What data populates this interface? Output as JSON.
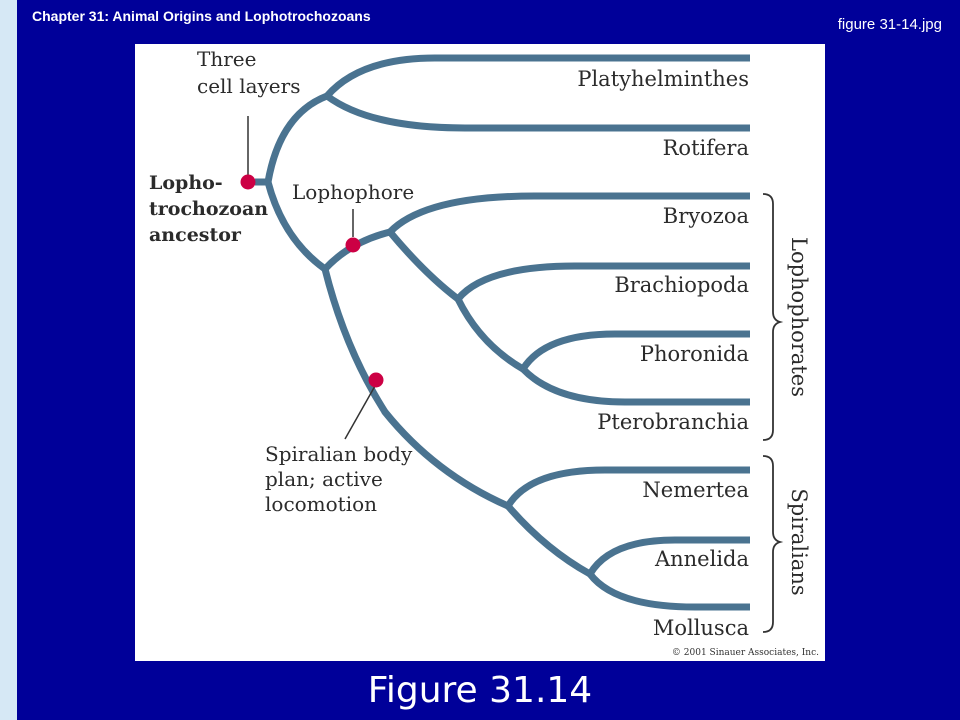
{
  "header": {
    "chapter_title": "Chapter 31: Animal Origins and Lophotrochozoans",
    "file_name": "figure 31-14.jpg"
  },
  "diagram": {
    "taxa": [
      "Platyhelminthes",
      "Rotifera",
      "Bryozoa",
      "Brachiopoda",
      "Phoronida",
      "Pterobranchia",
      "Nemertea",
      "Annelida",
      "Mollusca"
    ],
    "ancestor_label": [
      "Lopho-",
      "trochozoan",
      "ancestor"
    ],
    "three_cell_layers": [
      "Three",
      "cell layers"
    ],
    "lophophore": "Lophophore",
    "spiralian_label": [
      "Spiralian body",
      "plan; active",
      "locomotion"
    ],
    "group_lophophorates": "Lophophorates",
    "group_spiralians": "Spiralians",
    "copyright": "© 2001 Sinauer Associates, Inc.",
    "colors": {
      "branch": "#4a7390",
      "node": "#cc0044",
      "label": "#2b2b2b"
    }
  },
  "caption": "Figure 31.14"
}
